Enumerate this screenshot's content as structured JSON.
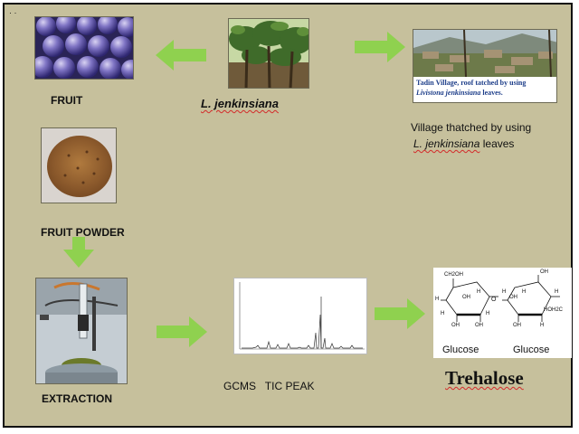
{
  "corner_mark": "· ·",
  "plant": {
    "name": "L. jenkinsiana"
  },
  "fruit": {
    "label": "FRUIT"
  },
  "fruit_powder": {
    "label": "FRUIT POWDER"
  },
  "extraction": {
    "label": "EXTRACTION"
  },
  "village": {
    "photo_caption_line1": "Tadin Village, roof tatched by using",
    "photo_caption_line2_species": "Livistona jenkinsiana",
    "photo_caption_line2_rest": " leaves.",
    "caption_line1": "Village thatched by using",
    "caption_line2_species": "L. jenkinsiana",
    "caption_line2_rest": " leaves"
  },
  "gcms": {
    "label": "GCMS   TIC PEAK"
  },
  "trehalose": {
    "label": "Trehalose",
    "glucose_left": "Glucose",
    "glucose_right": "Glucose",
    "left_ring_groups": [
      "CH2OH",
      "H",
      "OH",
      "H",
      "H",
      "OH",
      "OH",
      "H"
    ],
    "right_ring_groups": [
      "H",
      "OH",
      "H",
      "OH",
      "H",
      "OH",
      "HOH2C",
      "H"
    ],
    "link": "O"
  },
  "colors": {
    "background": "#c6c09c",
    "arrow": "#8fd14f",
    "border": "#111111"
  }
}
